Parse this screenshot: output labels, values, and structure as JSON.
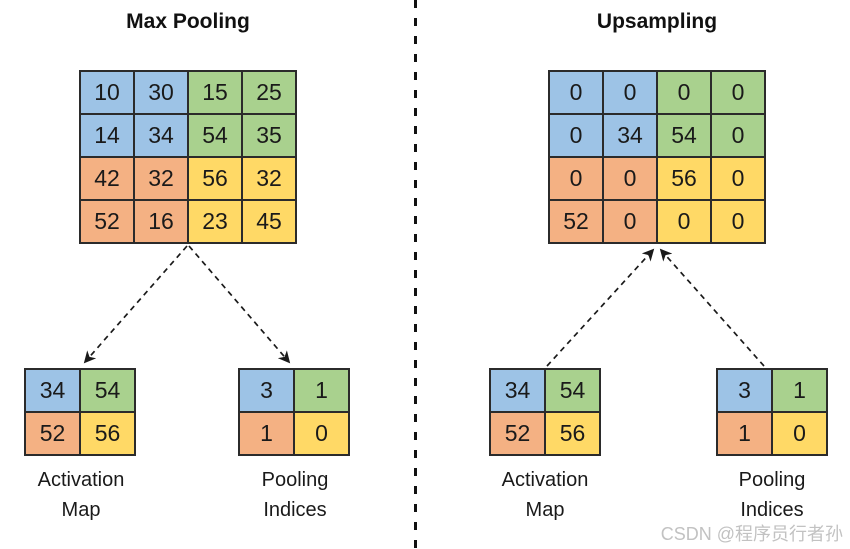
{
  "colors": {
    "blue": "#9DC3E6",
    "green": "#A9D18E",
    "orange": "#F4B183",
    "yellow": "#FFD966",
    "border": "#2B2B2B",
    "text": "#1A1A1A",
    "watermark": "#C2C2C2"
  },
  "left": {
    "title": "Max Pooling",
    "grid": {
      "rows": [
        [
          "10",
          "30",
          "15",
          "25"
        ],
        [
          "14",
          "34",
          "54",
          "35"
        ],
        [
          "42",
          "32",
          "56",
          "32"
        ],
        [
          "52",
          "16",
          "23",
          "45"
        ]
      ]
    },
    "activation_map": {
      "rows": [
        [
          "34",
          "54"
        ],
        [
          "52",
          "56"
        ]
      ],
      "label": [
        "Activation",
        "Map"
      ]
    },
    "pooling_indices": {
      "rows": [
        [
          "3",
          "1"
        ],
        [
          "1",
          "0"
        ]
      ],
      "label": [
        "Pooling",
        "Indices"
      ]
    }
  },
  "right": {
    "title": "Upsampling",
    "grid": {
      "rows": [
        [
          "0",
          "0",
          "0",
          "0"
        ],
        [
          "0",
          "34",
          "54",
          "0"
        ],
        [
          "0",
          "0",
          "56",
          "0"
        ],
        [
          "52",
          "0",
          "0",
          "0"
        ]
      ]
    },
    "activation_map": {
      "rows": [
        [
          "34",
          "54"
        ],
        [
          "52",
          "56"
        ]
      ],
      "label": [
        "Activation",
        "Map"
      ]
    },
    "pooling_indices": {
      "rows": [
        [
          "3",
          "1"
        ],
        [
          "1",
          "0"
        ]
      ],
      "label": [
        "Pooling",
        "Indices"
      ]
    }
  },
  "watermark": "CSDN @程序员行者孙"
}
